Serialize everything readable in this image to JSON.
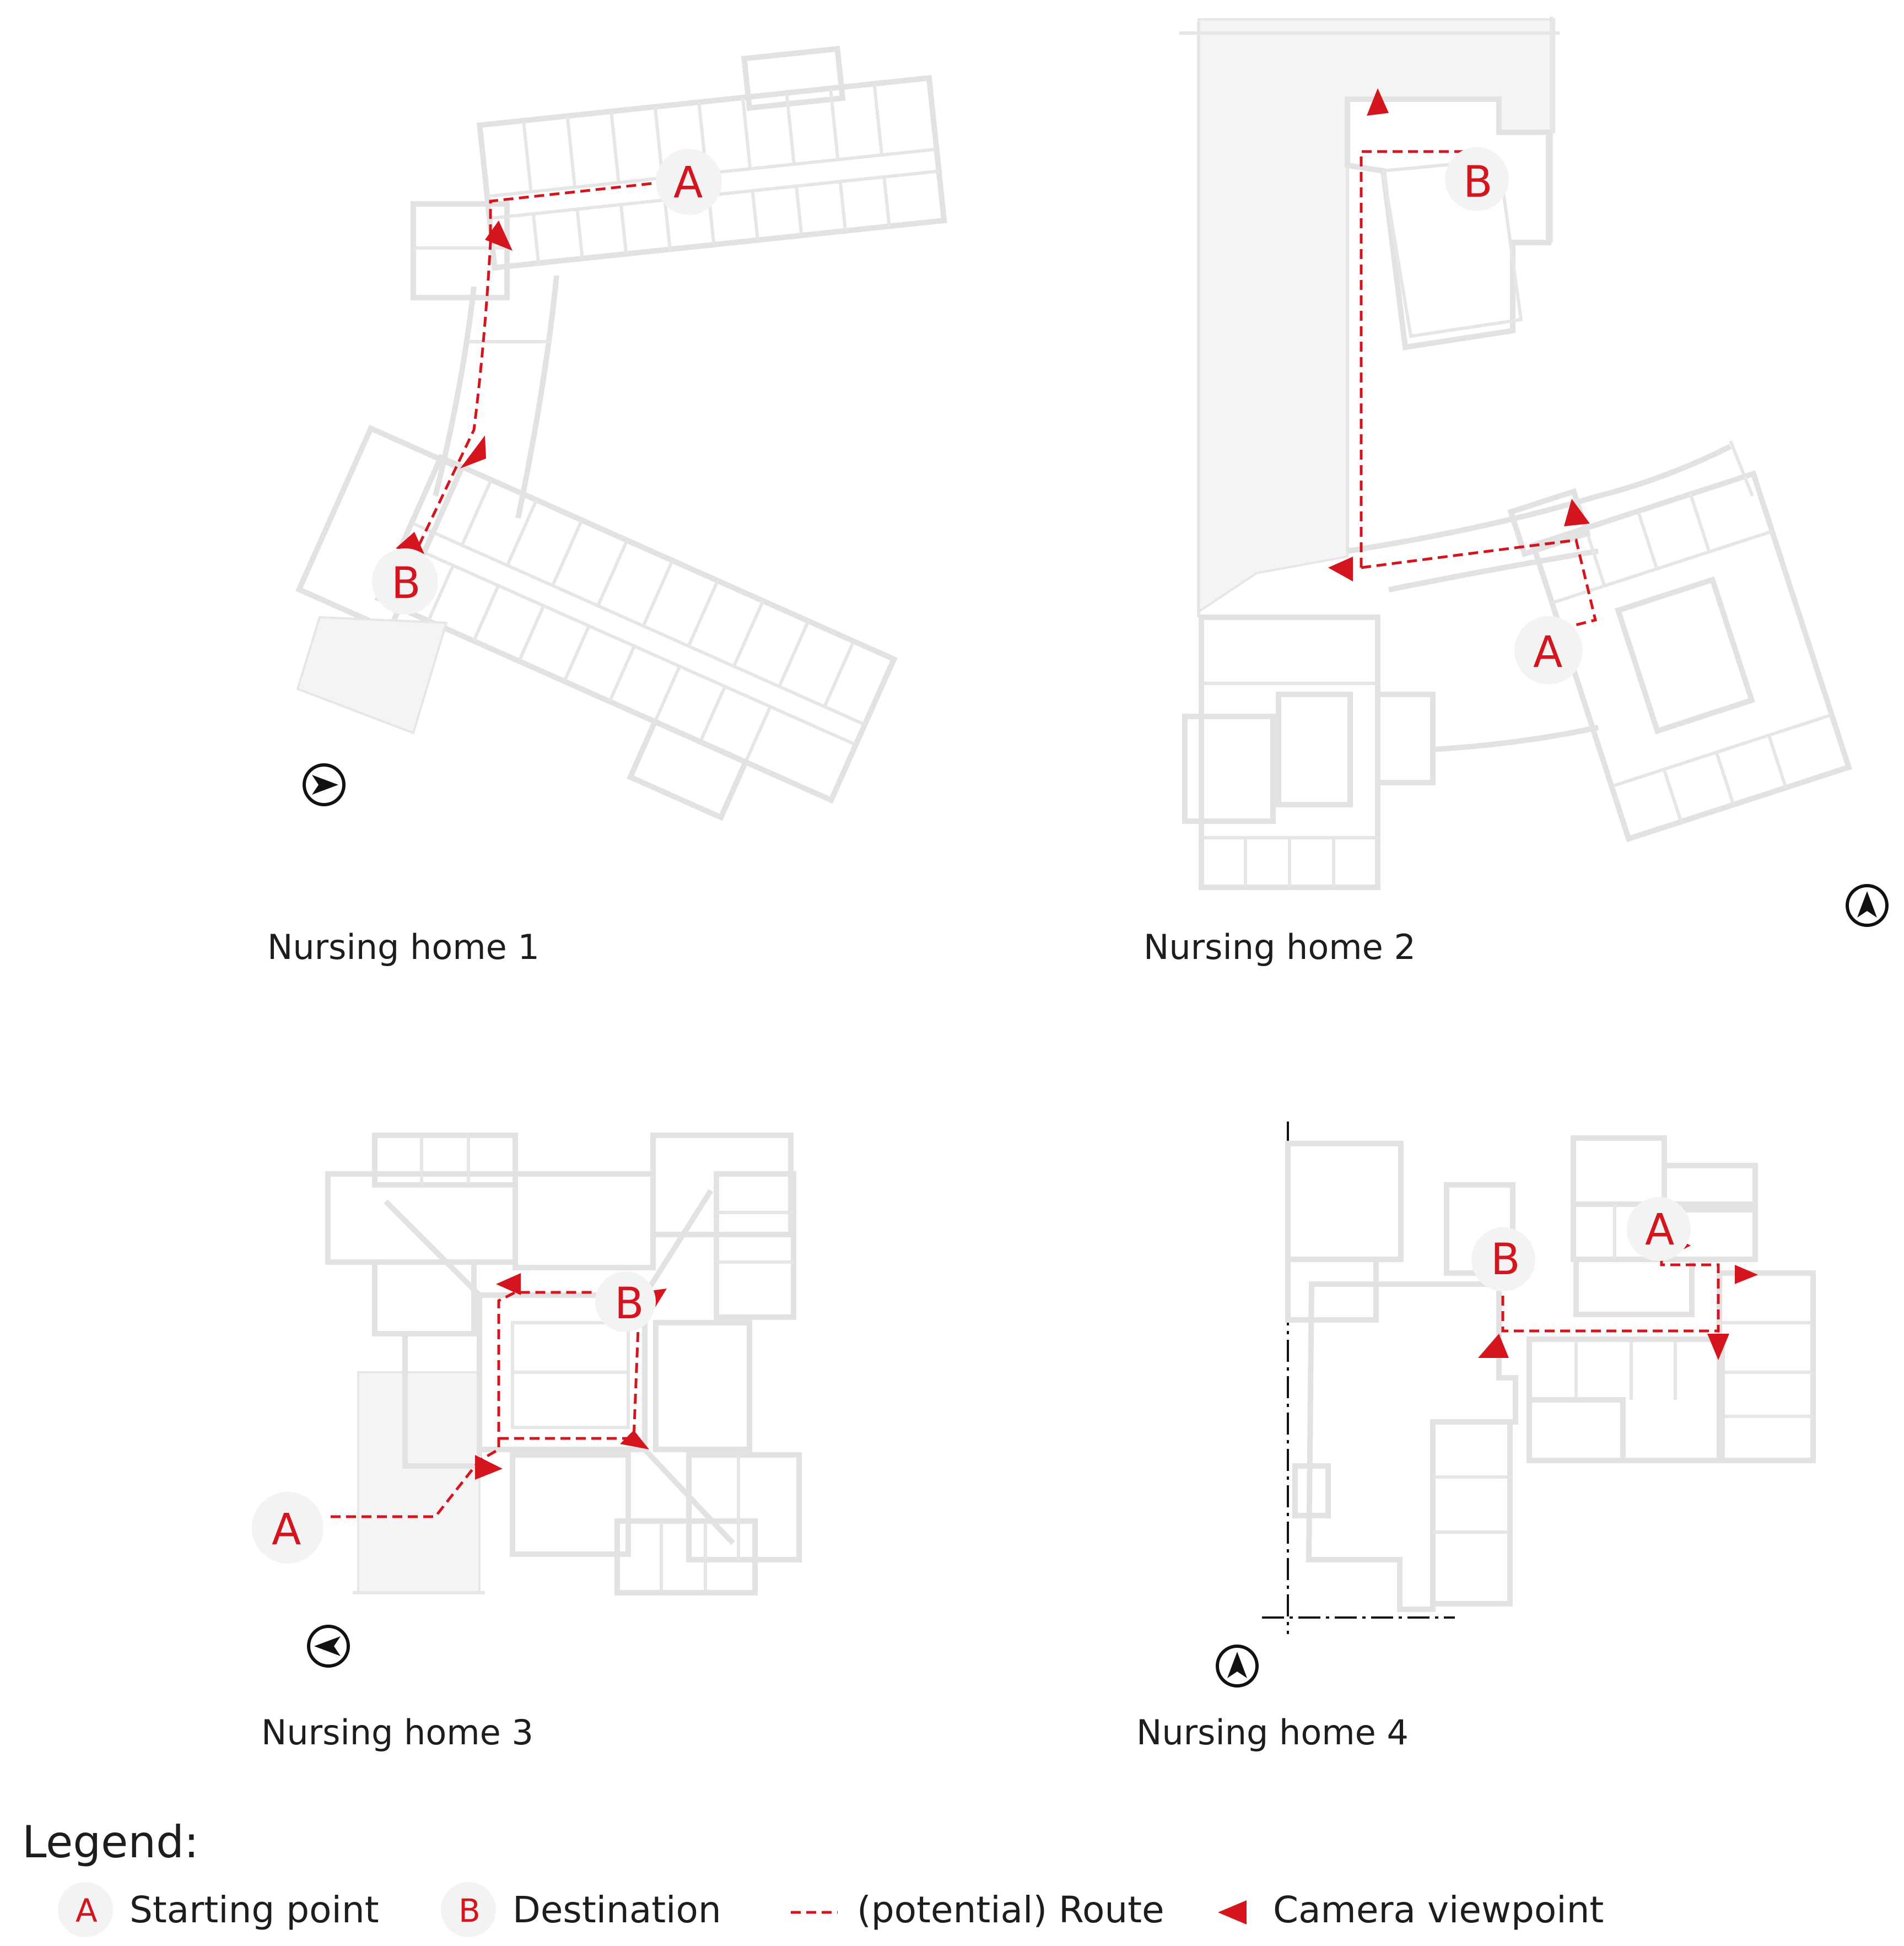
{
  "captions": {
    "home1": "Nursing home 1",
    "home2": "Nursing home 2",
    "home3": "Nursing home 3",
    "home4": "Nursing home 4"
  },
  "points": {
    "start": "A",
    "destination": "B"
  },
  "legend": {
    "title": "Legend:",
    "starting_point": {
      "symbol": "A",
      "label": "Starting point"
    },
    "destination": {
      "symbol": "B",
      "label": "Destination"
    },
    "route": {
      "symbol": "----",
      "label": "(potential) Route"
    },
    "camera": {
      "symbol": "camera-viewpoint-triangle",
      "label": "Camera viewpoint"
    }
  },
  "colors": {
    "accent": "#d4151e",
    "walls": "#e2e2e2",
    "text": "#1d1d1d"
  }
}
